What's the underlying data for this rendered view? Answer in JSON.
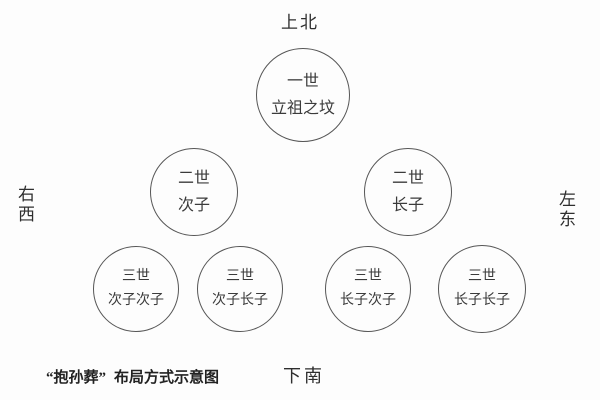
{
  "compass": {
    "north": "上北",
    "south": "下南",
    "west": {
      "top": "右",
      "bottom": "西"
    },
    "east": {
      "top": "左",
      "bottom": "东"
    }
  },
  "nodes": [
    {
      "id": "gen1-founder",
      "line1": "一世",
      "line2": "立祖之坟"
    },
    {
      "id": "gen2-second-son",
      "line1": "二世",
      "line2": "次子"
    },
    {
      "id": "gen2-eldest-son",
      "line1": "二世",
      "line2": "长子"
    },
    {
      "id": "gen3-second-second",
      "line1": "三世",
      "line2": "次子次子"
    },
    {
      "id": "gen3-second-eldest",
      "line1": "三世",
      "line2": "次子长子"
    },
    {
      "id": "gen3-eldest-second",
      "line1": "三世",
      "line2": "长子次子"
    },
    {
      "id": "gen3-eldest-eldest",
      "line1": "三世",
      "line2": "长子长子"
    }
  ],
  "caption": {
    "quoted": "“抱孙葬”",
    "rest": "布局方式示意图"
  },
  "colors": {
    "background": "#fdfdfd",
    "circle_border": "#565656",
    "node_text": "#3b3b3b",
    "compass_text": "#2e2e2e",
    "caption_text": "#222222"
  }
}
